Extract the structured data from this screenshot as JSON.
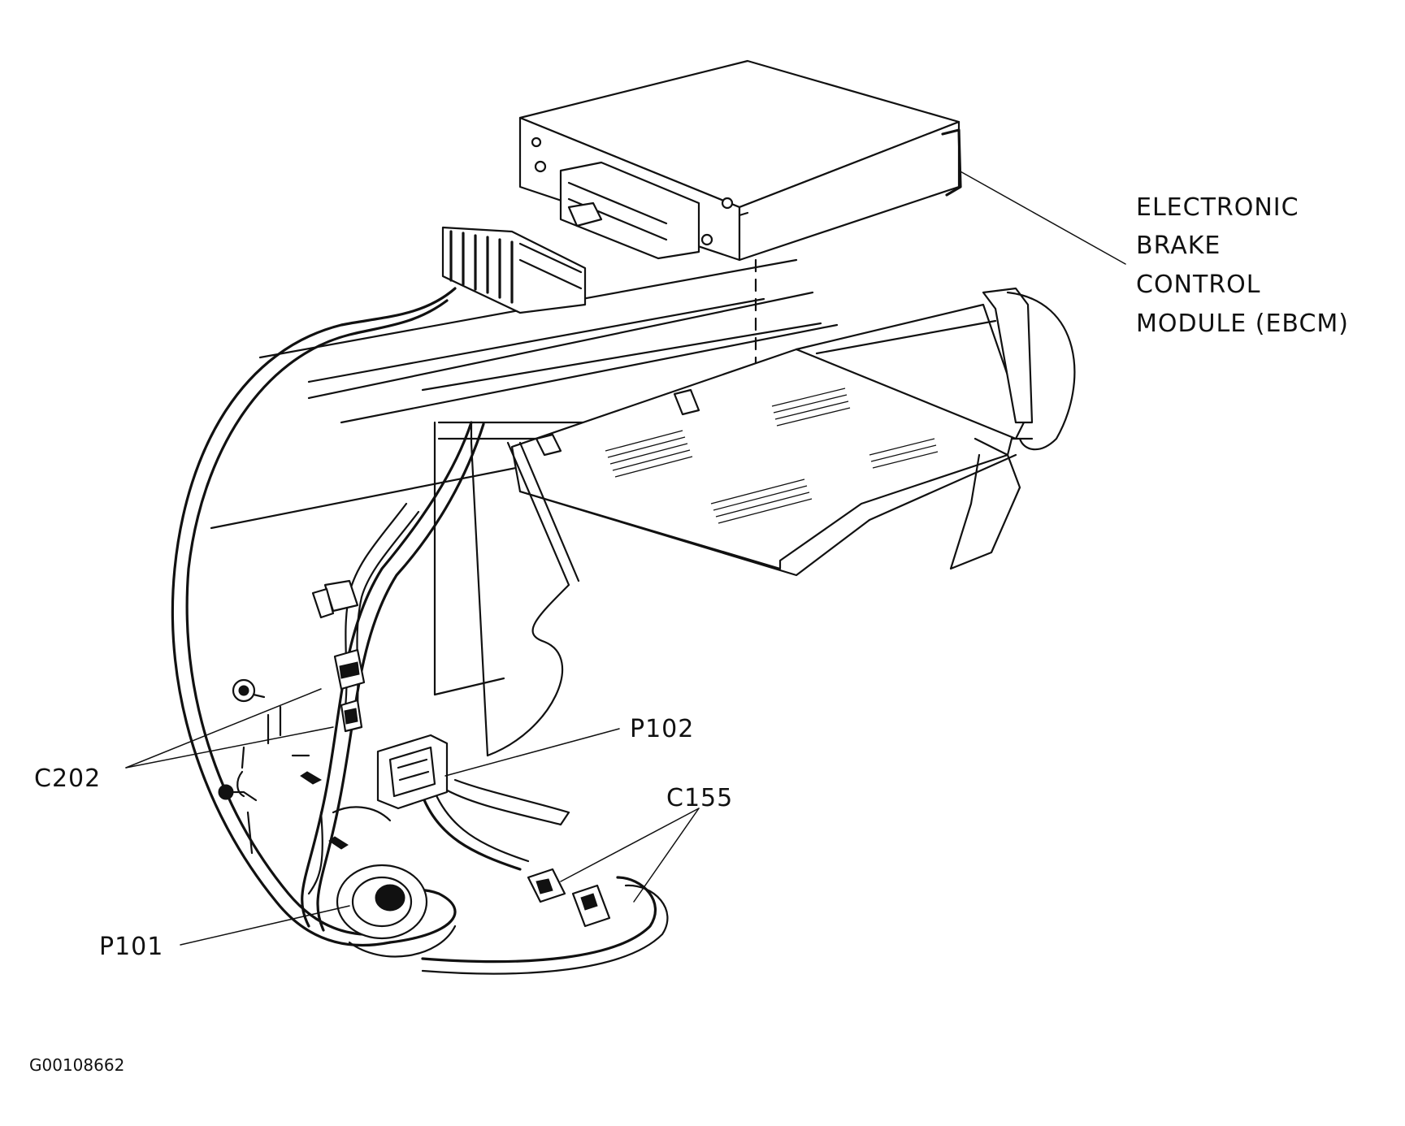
{
  "diagram": {
    "figure_id": "G00108662",
    "callouts": {
      "ebcm": [
        "ELECTRONIC",
        "BRAKE",
        "CONTROL",
        "MODULE (EBCM)"
      ],
      "c202": "C202",
      "p102": "P102",
      "c155": "C155",
      "p101": "P101"
    }
  },
  "colors": {
    "ink": "#111111",
    "paper": "#ffffff"
  }
}
